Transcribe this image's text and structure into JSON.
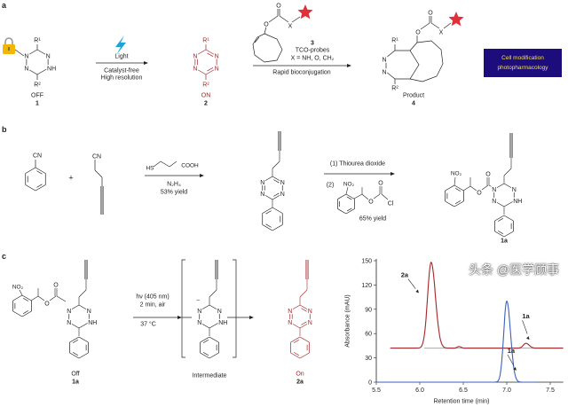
{
  "panels": {
    "a": "a",
    "b": "b",
    "c": "c"
  },
  "atoms": {
    "n": "N",
    "nh": "NH",
    "o": "O",
    "cl": "Cl",
    "cn": "CN",
    "no2": "NO₂",
    "hs": "HS",
    "cooh": "COOH",
    "x": "X",
    "r1": "R¹",
    "r2": "R²",
    "minus": "−"
  },
  "panel_a": {
    "compound1": {
      "state": "OFF",
      "number": "1"
    },
    "step1": {
      "above": "Light",
      "below1": "Catalyst-free",
      "below2": "High resolution"
    },
    "compound2": {
      "state": "ON",
      "number": "2"
    },
    "step2": {
      "number": "3",
      "line1": "TCO-probes",
      "line2": "X = NH, O, CH₂",
      "below": "Rapid bioconjugation"
    },
    "product": {
      "label": "Product",
      "number": "4"
    },
    "application_box": {
      "line1": "Cell modification",
      "line2": "photopharmacology"
    },
    "colors": {
      "on_red": "#a3262a",
      "box_bg": "#1c0c7c",
      "box_text": "#f3df5a",
      "light_bolt": "#1aa3d9",
      "star": "#e0303a",
      "lock": "#f2b705"
    },
    "icons": [
      "lock-icon",
      "lightning-icon",
      "star-icon"
    ]
  },
  "panel_b": {
    "plus": "+",
    "step1": {
      "reagent": "N₂H₄",
      "yield": "53% yield"
    },
    "step2": {
      "line1": "(1) Thiourea dioxide",
      "line2": "(2)",
      "yield": "65% yield"
    },
    "product_number": "1a"
  },
  "panel_c": {
    "start": {
      "state": "Off",
      "number": "1a"
    },
    "conditions": {
      "line1": "hν (405 nm)",
      "line2": "2 min, air",
      "line3": "37 °C"
    },
    "intermediate": "Intermediate",
    "end": {
      "state": "On",
      "number": "2a"
    }
  },
  "chart_data": {
    "type": "line",
    "xlabel": "Retention time (min)",
    "ylabel": "Absorbance (mAU)",
    "xlim": [
      5.5,
      7.65
    ],
    "ylim": [
      0,
      150
    ],
    "xticks": [
      "5.5",
      "6.0",
      "6.5",
      "7.0",
      "7.5"
    ],
    "yticks": [
      "0",
      "30",
      "60",
      "90",
      "120",
      "150"
    ],
    "grid": false,
    "series": [
      {
        "color": "#a3262a",
        "x_range": [
          5.66,
          7.65
        ],
        "baseline": 42,
        "peaks": [
          {
            "t": 6.13,
            "height": 148,
            "width_min": 0.04
          },
          {
            "t": 6.45,
            "height": 44,
            "width_min": 0.02
          },
          {
            "t": 7.22,
            "height": 48,
            "width_min": 0.03
          }
        ]
      },
      {
        "color": "#3a62b8",
        "x_range": [
          5.5,
          7.35
        ],
        "baseline": 0,
        "peaks": [
          {
            "t": 7.0,
            "height": 100,
            "width_min": 0.035
          }
        ]
      }
    ],
    "reference_line": {
      "color": "#aaaaaa",
      "y": 42,
      "x_range": [
        6.05,
        7.65
      ]
    },
    "annotations": [
      {
        "text": "2a",
        "t": 6.05,
        "y": 110
      },
      {
        "text": "1a",
        "t": 7.22,
        "y": 48
      },
      {
        "text": "1a",
        "t": 7.07,
        "y": 10
      }
    ]
  },
  "watermark": "头条 @医学顾事"
}
